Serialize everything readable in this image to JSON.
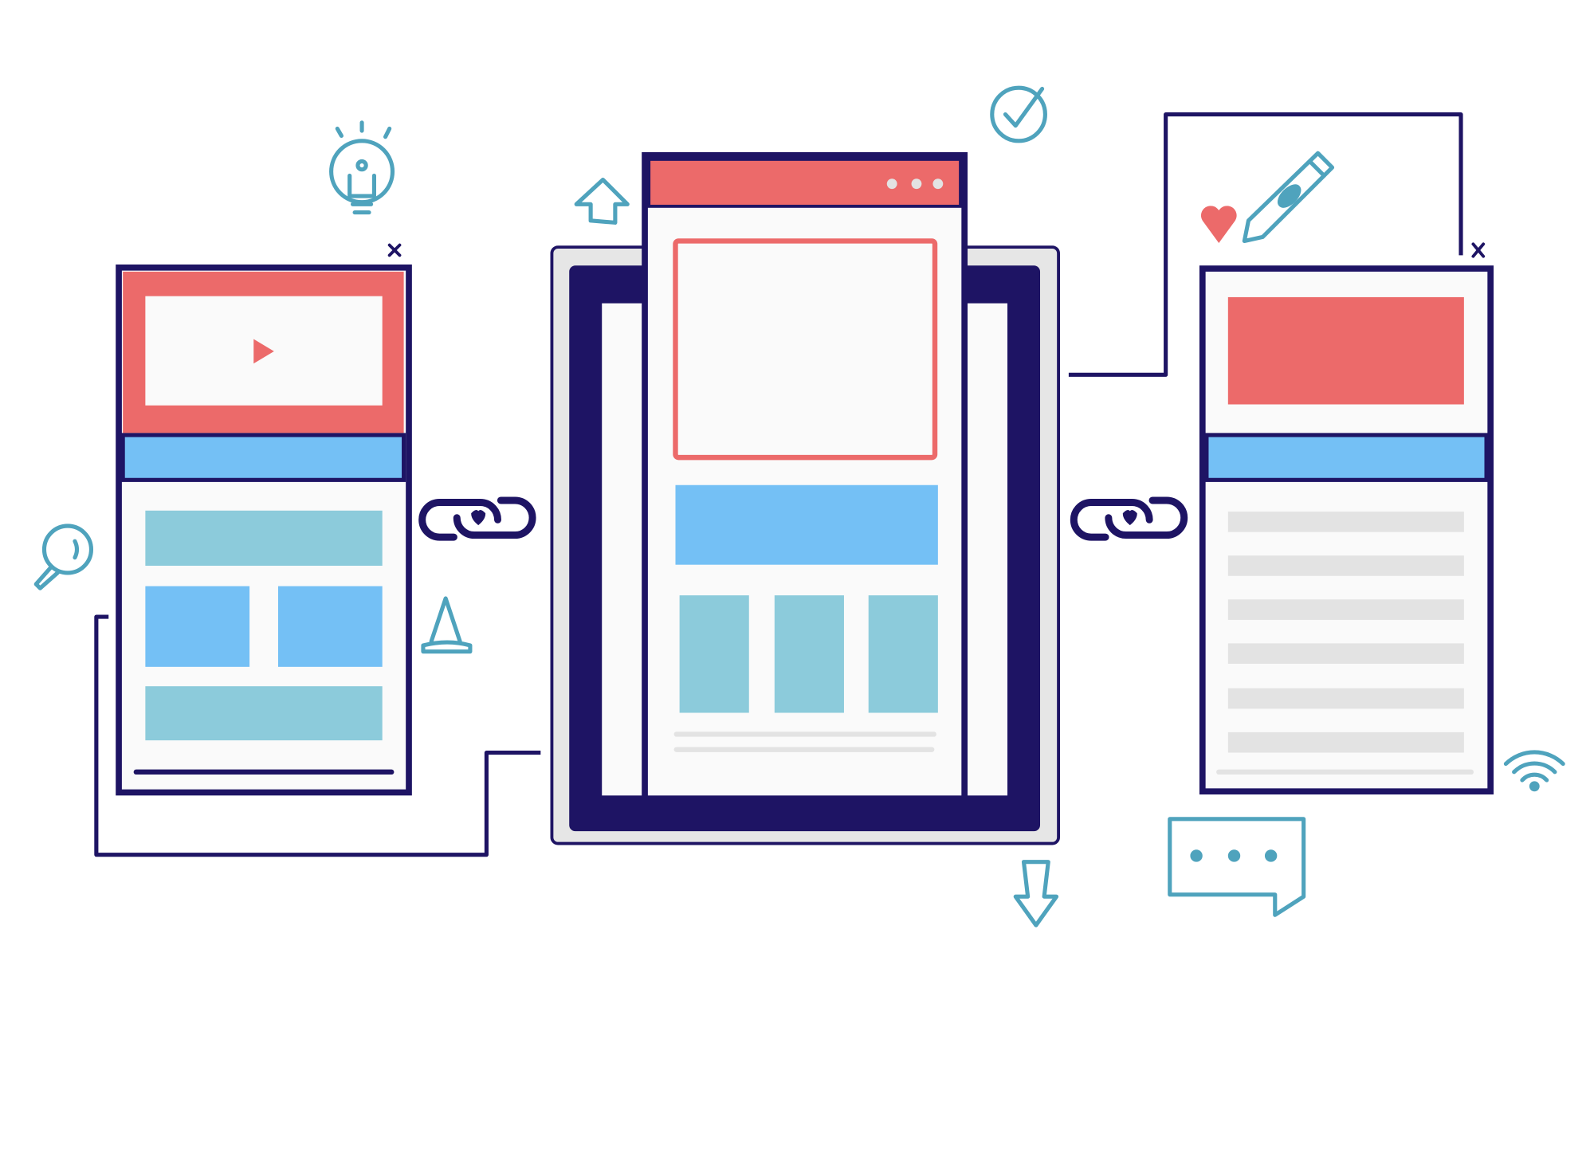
{
  "illustration": {
    "subject": "wireframe-screens-linked",
    "screens": [
      {
        "id": "left",
        "header": "video",
        "content": [
          "teal-block",
          "blue-block",
          "blue-block",
          "teal-block"
        ]
      },
      {
        "id": "center",
        "header": "window-dots",
        "content": [
          "image-placeholder",
          "blue-banner",
          "teal-card",
          "teal-card",
          "teal-card"
        ]
      },
      {
        "id": "right",
        "header": "image",
        "content": [
          "text-line",
          "text-line",
          "text-line",
          "text-line",
          "text-line",
          "text-line"
        ]
      }
    ],
    "icons": [
      "lightbulb-icon",
      "check-circle-icon",
      "arrow-up-icon",
      "arrow-down-icon",
      "heart-icon",
      "pencil-icon",
      "magnifier-icon",
      "cone-icon",
      "wifi-icon",
      "chat-bubble-icon",
      "chain-link-icon",
      "close-x-icon",
      "play-icon"
    ]
  },
  "colors": {
    "navy": "#1e1464",
    "red": "#ec6a6a",
    "blue": "#74c0f5",
    "teal": "#8ccbdb",
    "icon_teal": "#4fa3bd",
    "light_grey": "#e3e3e3",
    "frame_grey": "#e6e6e6",
    "white": "#fafafa"
  }
}
